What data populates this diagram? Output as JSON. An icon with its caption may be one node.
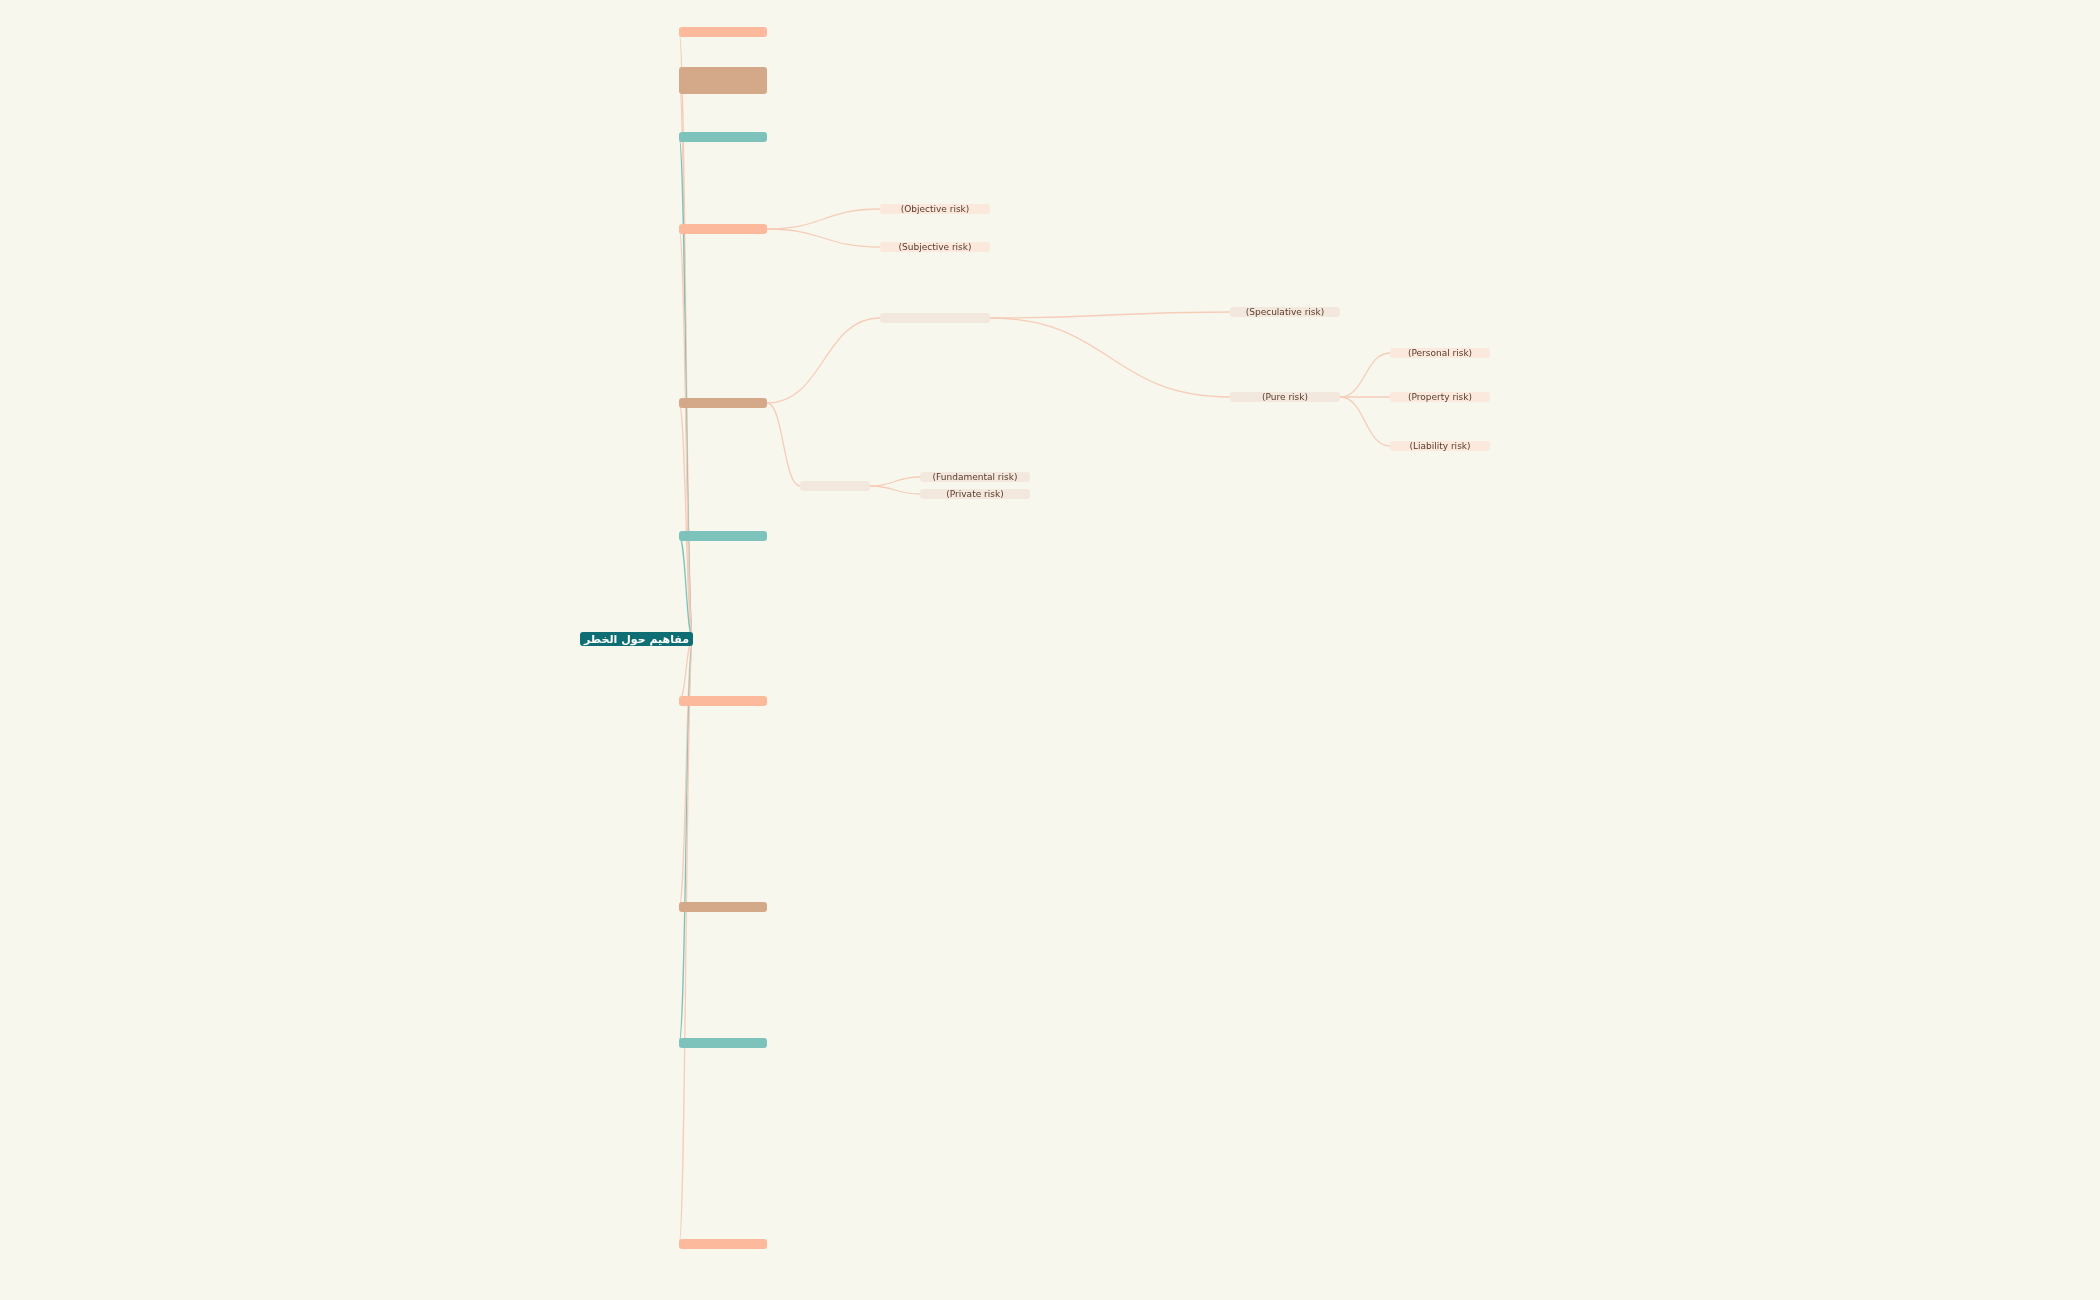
{
  "diagram": {
    "nodes": [
      {
        "text": [
          "مفاهيم حول الخطر"
        ]
      },
      {
        "text": [],
        "shape": "box"
      },
      {
        "text": [],
        "shape": "box"
      },
      {
        "text": [],
        "shape": "box"
      },
      {
        "text": [],
        "shape": "box"
      },
      {
        "text": [],
        "shape": "box"
      },
      {
        "text": [],
        "shape": "box"
      },
      {
        "text": [],
        "shape": "box"
      },
      {
        "text": [],
        "shape": "box"
      },
      {
        "text": [],
        "shape": "box"
      },
      {
        "text": [],
        "shape": "box"
      },
      {
        "text": [
          "(Objective risk)"
        ]
      },
      {
        "text": [
          "(Subjective risk)"
        ]
      },
      {
        "text": [],
        "shape": "box"
      },
      {
        "text": [
          "(Speculative risk)"
        ]
      },
      {
        "text": [
          "(Pure risk)"
        ]
      },
      {
        "text": [
          "(Personal risk)"
        ]
      },
      {
        "text": [
          "(Property risk)"
        ]
      },
      {
        "text": [
          "(Liability risk)"
        ]
      },
      {
        "text": [],
        "shape": "box"
      },
      {
        "text": [
          "(Fundamental risk)"
        ]
      },
      {
        "text": [
          "(Private risk)"
        ]
      }
    ],
    "edges": [
      {
        "from": 0,
        "to": 1,
        "arrow": "none"
      },
      {
        "from": 0,
        "to": 2,
        "arrow": "none"
      },
      {
        "from": 0,
        "to": 3,
        "arrow": "none",
        "color": "#7dc3bc"
      },
      {
        "from": 0,
        "to": 4,
        "arrow": "none"
      },
      {
        "from": 0,
        "to": 5,
        "arrow": "none"
      },
      {
        "from": 0,
        "to": 6,
        "arrow": "none",
        "color": "#7dc3bc"
      },
      {
        "from": 0,
        "to": 7,
        "arrow": "none"
      },
      {
        "from": 0,
        "to": 8,
        "arrow": "none"
      },
      {
        "from": 0,
        "to": 9,
        "arrow": "none",
        "color": "#7dc3bc"
      },
      {
        "from": 0,
        "to": 10,
        "arrow": "none"
      },
      {
        "from": 4,
        "to": 11,
        "arrow": "none"
      },
      {
        "from": 4,
        "to": 12,
        "arrow": "none"
      },
      {
        "from": 5,
        "to": 13,
        "arrow": "none"
      },
      {
        "from": 13,
        "to": 14,
        "arrow": "none"
      },
      {
        "from": 13,
        "to": 15,
        "arrow": "none"
      },
      {
        "from": 15,
        "to": 16,
        "arrow": "none"
      },
      {
        "from": 15,
        "to": 17,
        "arrow": "none"
      },
      {
        "from": 15,
        "to": 18,
        "arrow": "none"
      },
      {
        "from": 5,
        "to": 19,
        "arrow": "none"
      },
      {
        "from": 19,
        "to": 20,
        "arrow": "none"
      },
      {
        "from": 19,
        "to": 21,
        "arrow": "none"
      }
    ]
  }
}
